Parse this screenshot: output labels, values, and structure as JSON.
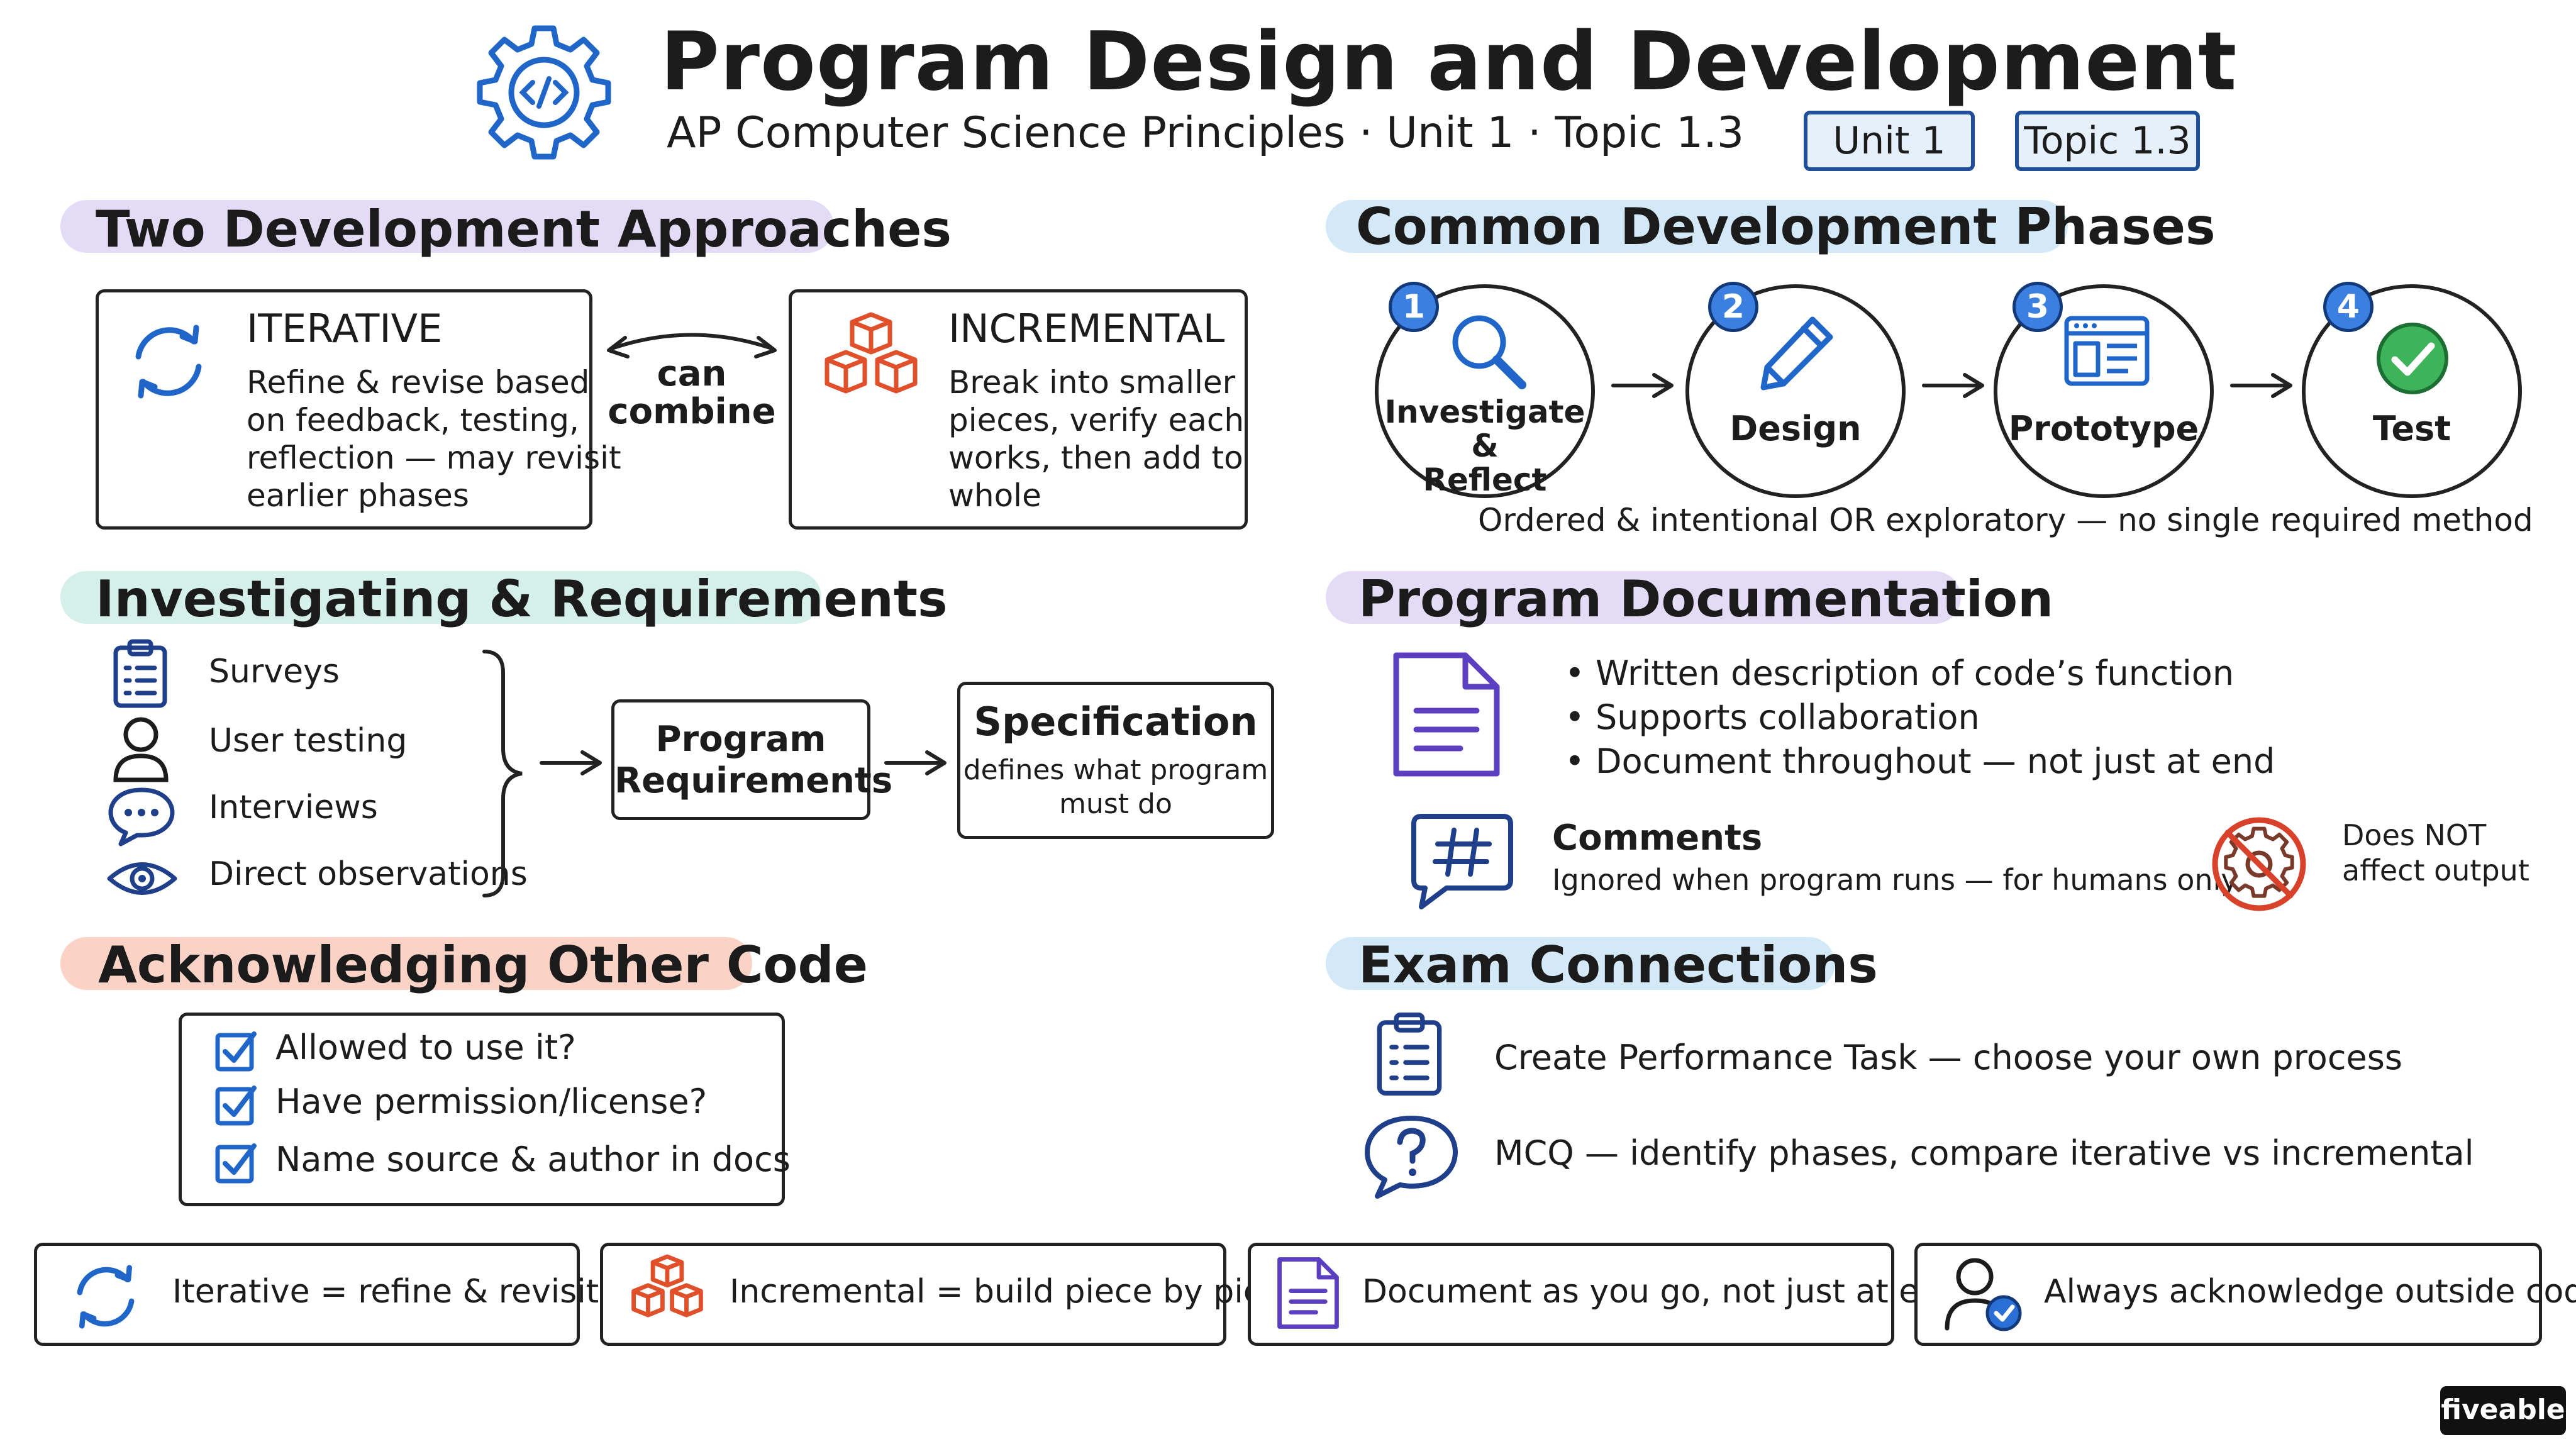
{
  "header": {
    "title": "Program Design and Development",
    "subtitle": "AP Computer Science Principles · Unit 1 · Topic 1.3",
    "badges": [
      "Unit 1",
      "Topic 1.3"
    ],
    "icon": "gear-code-icon"
  },
  "approaches": {
    "heading": "Two Development Approaches",
    "iterative": {
      "title": "ITERATIVE",
      "lines": [
        "Refine & revise based",
        "on feedback, testing,",
        "reflection — may revisit",
        "earlier phases"
      ],
      "icon": "cycle-arrows-icon"
    },
    "connector": [
      "can",
      "combine"
    ],
    "incremental": {
      "title": "INCREMENTAL",
      "lines": [
        "Break into smaller",
        "pieces, verify each",
        "works, then add to",
        "whole"
      ],
      "icon": "stacked-blocks-icon"
    }
  },
  "phases": {
    "heading": "Common Development Phases",
    "items": [
      {
        "num": "1",
        "lines": [
          "Investigate &",
          "Reflect"
        ],
        "icon": "magnifier-icon"
      },
      {
        "num": "2",
        "lines": [
          "Design"
        ],
        "icon": "pencil-icon"
      },
      {
        "num": "3",
        "lines": [
          "Prototype"
        ],
        "icon": "window-layout-icon"
      },
      {
        "num": "4",
        "lines": [
          "Test"
        ],
        "icon": "check-circle-icon"
      }
    ],
    "note": "Ordered & intentional OR exploratory — no single required method"
  },
  "investigating": {
    "heading": "Investigating & Requirements",
    "methods": [
      {
        "label": "Surveys",
        "icon": "clipboard-icon"
      },
      {
        "label": "User testing",
        "icon": "user-icon"
      },
      {
        "label": "Interviews",
        "icon": "speech-bubble-icon"
      },
      {
        "label": "Direct observations",
        "icon": "eye-icon"
      }
    ],
    "requirements": [
      "Program",
      "Requirements"
    ],
    "spec_title": "Specification",
    "spec_lines": [
      "defines what program",
      "must do"
    ]
  },
  "documentation": {
    "heading": "Program Documentation",
    "bullets": [
      "Written description of code’s function",
      "Supports collaboration",
      "Document throughout — not just at end"
    ],
    "comments_title": "Comments",
    "comments_desc": "Ignored when program runs — for humans only",
    "no_effect": [
      "Does NOT",
      "affect output"
    ],
    "icons": [
      "document-icon",
      "hash-comment-icon",
      "no-gear-icon"
    ]
  },
  "acknowledging": {
    "heading": "Acknowledging Other Code",
    "items": [
      "Allowed to use it?",
      "Have permission/license?",
      "Name source & author in docs"
    ]
  },
  "exam": {
    "heading": "Exam Connections",
    "items": [
      {
        "text": "Create Performance Task — choose your own process",
        "icon": "clipboard-icon"
      },
      {
        "text": "MCQ — identify phases, compare iterative vs incremental",
        "icon": "question-bubble-icon"
      }
    ]
  },
  "footer": {
    "items": [
      {
        "text": "Iterative = refine & revisit",
        "icon": "cycle-arrows-icon"
      },
      {
        "text": "Incremental = build piece by piece",
        "icon": "stacked-blocks-icon"
      },
      {
        "text": "Document as you go, not just at end",
        "icon": "document-icon"
      },
      {
        "text": "Always acknowledge outside code",
        "icon": "user-check-icon"
      }
    ],
    "brand": "fiveable"
  },
  "colors": {
    "blue": "#1f66c8",
    "purple": "#5b3fc0",
    "red_orange": "#e0502a",
    "green": "#2fa84f",
    "highlight_purple": "#e4dcf7",
    "highlight_teal": "#d5efe9",
    "highlight_salmon": "#fbd3c6",
    "highlight_blue": "#d3e9f7"
  }
}
